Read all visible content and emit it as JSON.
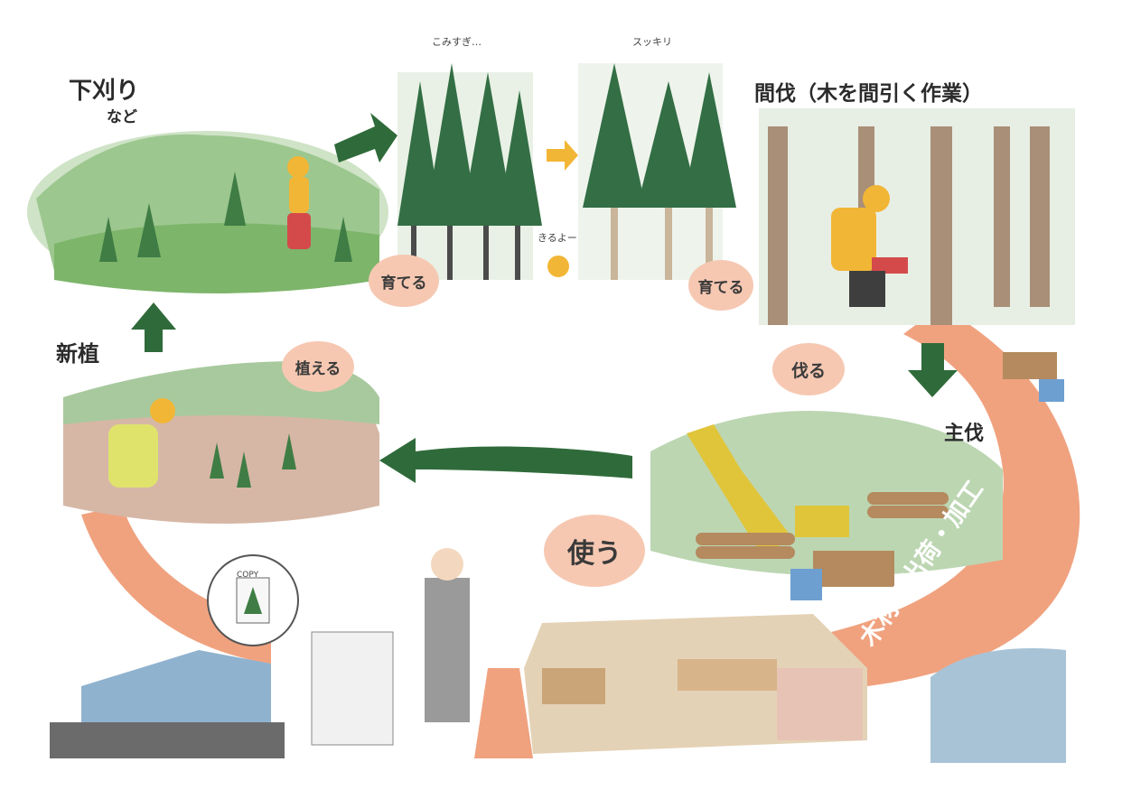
{
  "stages": {
    "weeding": {
      "title": "下刈り",
      "sub": "など"
    },
    "thinning": {
      "title": "間伐（木を間引く作業）"
    },
    "final_cut": {
      "title": "主伐"
    },
    "planting": {
      "title": "新植"
    }
  },
  "dense_label": "こみすぎ…",
  "clear_label": "スッキリ",
  "cutting_call": "きるよー",
  "actions": {
    "grow1": "育てる",
    "grow2": "育てる",
    "cut": "伐る",
    "plant": "植える",
    "use": "使う"
  },
  "shipping": "木材の出荷・加工",
  "copy_mark": "COPY",
  "colors": {
    "forest_green": "#2f6b3a",
    "arrow_green": "#2f6b3a",
    "salmon": "#f0a27f",
    "bubble": "#f6c8b2"
  }
}
